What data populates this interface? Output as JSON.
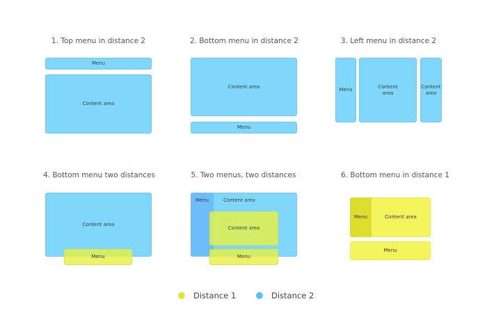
{
  "colors": {
    "distance1": "#e0e632",
    "distance2": "#50c8f0",
    "blue_fill": "#7fd8fc",
    "yellow_fill": "#f4f55c"
  },
  "panels": [
    {
      "title": "1. Top menu in distance 2",
      "menu": "Menu",
      "content": "Content area"
    },
    {
      "title": "2. Bottom menu in distance 2",
      "menu": "Menu",
      "content": "Content area"
    },
    {
      "title": "3. Left menu in distance 2",
      "menu": "Menu",
      "content": "Content area",
      "content_right": "Content area"
    },
    {
      "title": "4. Bottom menu two distances",
      "menu": "Menu",
      "content": "Content area"
    },
    {
      "title": "5. Two menus, two distances",
      "menu_left": "Menu",
      "content_top": "Content area",
      "content_mid": "Content area",
      "menu_bottom": "Menu"
    },
    {
      "title": "6. Bottom menu in distance 1",
      "menu_left": "Menu",
      "content": "Content area",
      "menu_bottom": "Menu"
    }
  ],
  "legend": [
    {
      "label": "Distance 1",
      "color": "#e0e632"
    },
    {
      "label": "Distance 2",
      "color": "#50c8f0"
    }
  ]
}
